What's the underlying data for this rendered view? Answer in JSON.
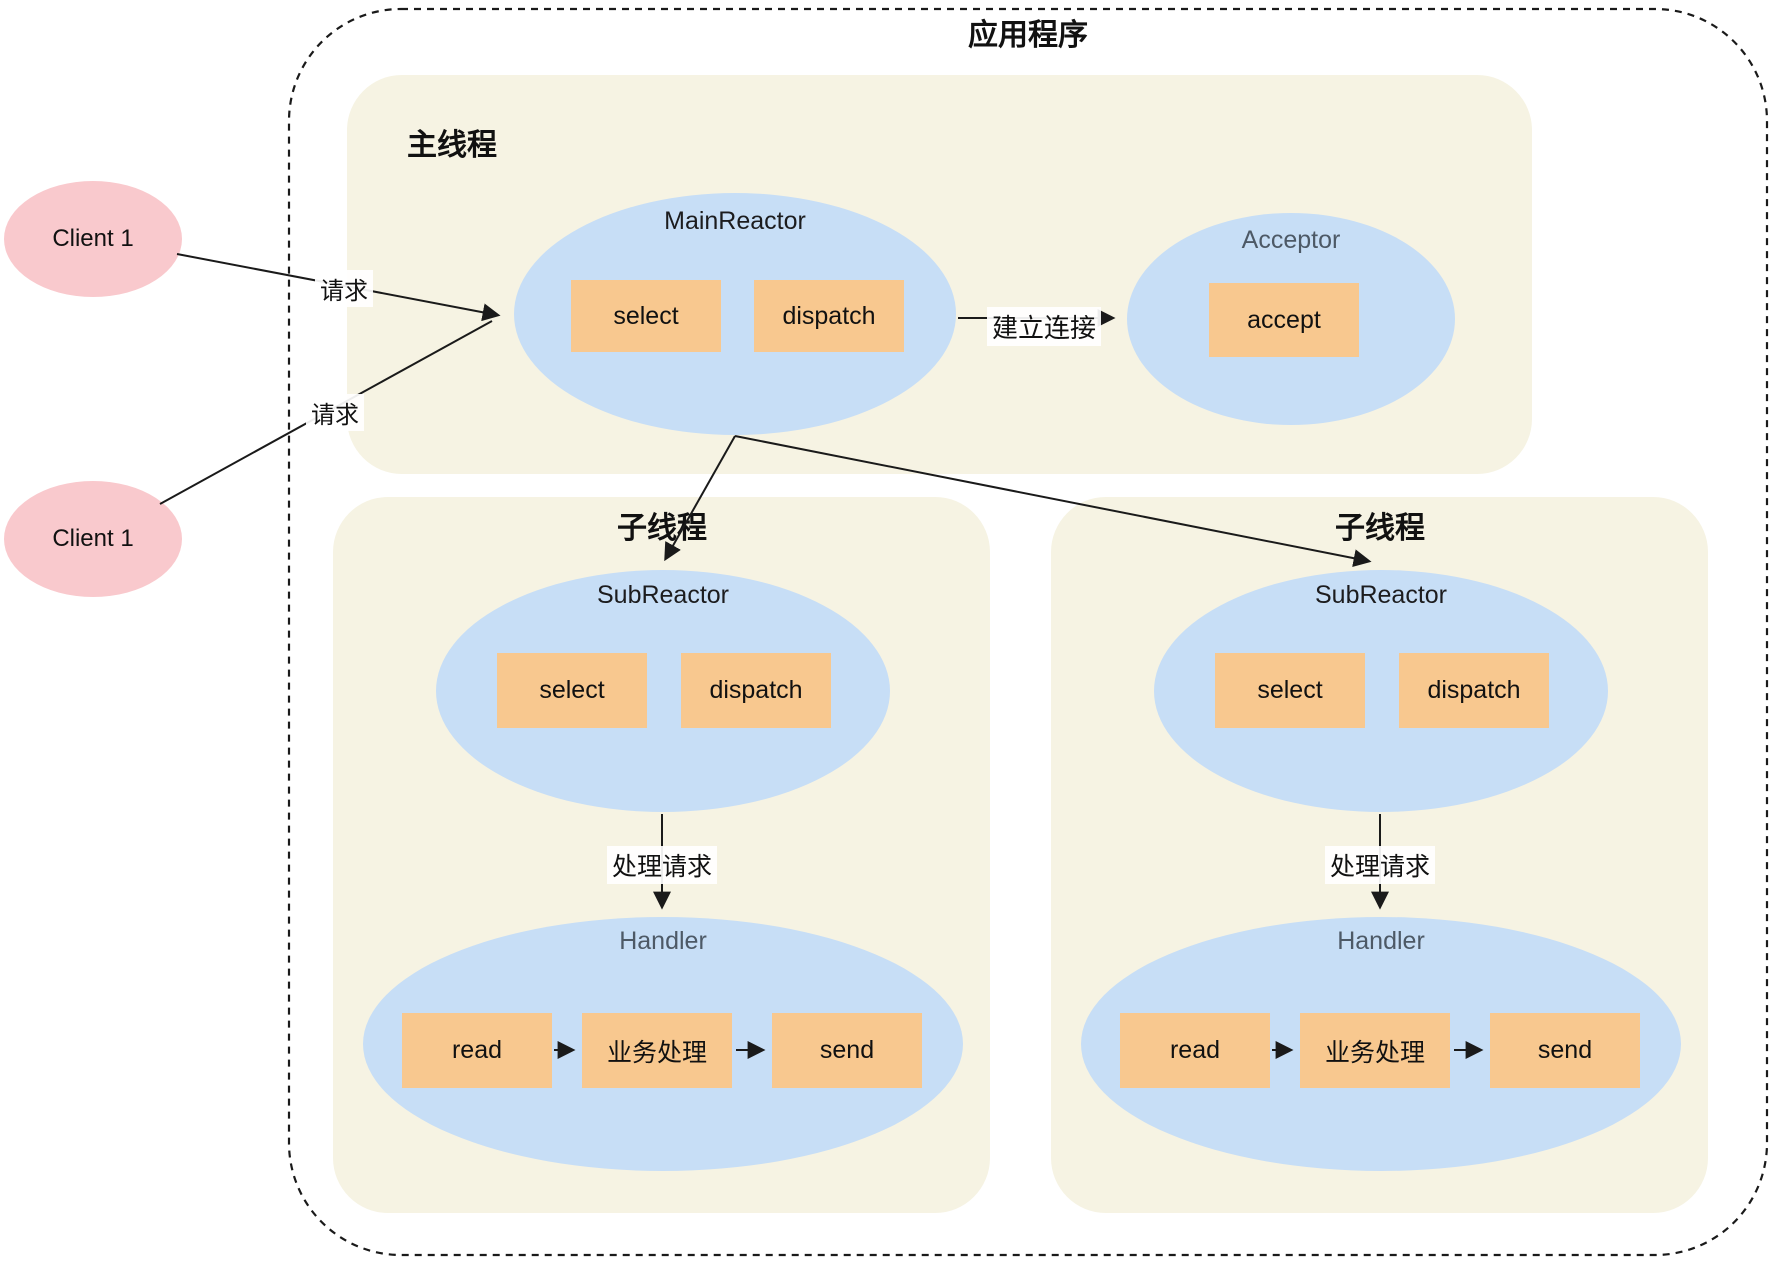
{
  "diagram": {
    "title": "应用程序",
    "clients": [
      {
        "label": "Client 1"
      },
      {
        "label": "Client 1"
      }
    ],
    "main_thread": {
      "label": "主线程",
      "main_reactor": {
        "label": "MainReactor",
        "ops": [
          "select",
          "dispatch"
        ]
      },
      "acceptor": {
        "label": "Acceptor",
        "ops": [
          "accept"
        ]
      }
    },
    "sub_threads": [
      {
        "label": "子线程",
        "sub_reactor": {
          "label": "SubReactor",
          "ops": [
            "select",
            "dispatch"
          ]
        },
        "handle_label": "处理请求",
        "handler": {
          "label": "Handler",
          "steps": [
            "read",
            "业务处理",
            "send"
          ]
        }
      },
      {
        "label": "子线程",
        "sub_reactor": {
          "label": "SubReactor",
          "ops": [
            "select",
            "dispatch"
          ]
        },
        "handle_label": "处理请求",
        "handler": {
          "label": "Handler",
          "steps": [
            "read",
            "业务处理",
            "send"
          ]
        }
      }
    ],
    "edges": {
      "request_top": "请求",
      "request_bottom": "请求",
      "establish_connection": "建立连接"
    },
    "colors": {
      "thread_panel": "#f6f3e3",
      "reactor_ellipse": "#c7def6",
      "operation_box": "#f8c88f",
      "client_ellipse": "#f9c9cd",
      "secondary_label": "#4d5966",
      "line": "#1a1a1a"
    }
  }
}
